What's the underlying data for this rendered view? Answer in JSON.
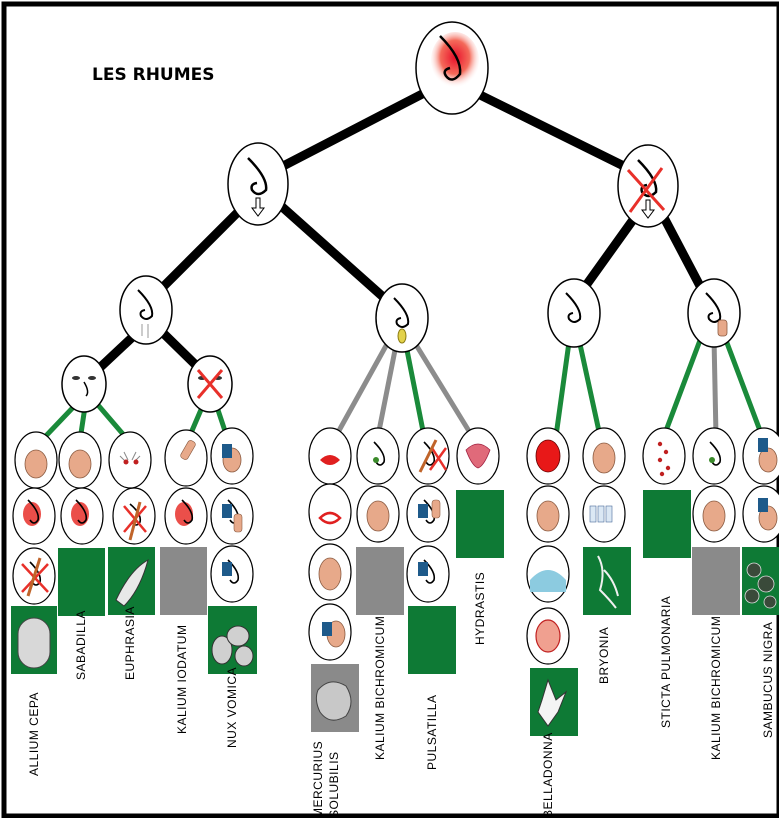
{
  "title": "LES RHUMES",
  "remedies": {
    "allium_cepa": "ALLIUM CEPA",
    "sabadilla": "SABADILLA",
    "euphrasia": "EUPHRASIA",
    "kalium_iodatum": "KALIUM IODATUM",
    "nux_vomica": "NUX VOMICA",
    "mercurius_1": "MERCURIUS",
    "mercurius_2": "SOLUBILIS",
    "kalium_bichromicum_1": "KALIUM BICHROMICUM",
    "pulsatilla": "PULSATILLA",
    "hydrastis": "HYDRASTIS",
    "belladonna": "BELLADONNA",
    "bryonia": "BRYONIA",
    "sticta_pulmonaria": "STICTA PULMONARIA",
    "kalium_bichromicum_2": "KALIUM BICHROMICUM",
    "sambucus_nigra": "SAMBUCUS NIGRA"
  },
  "colors": {
    "trunk": "#000000",
    "green": "#1a8a3a",
    "gray": "#8c8c8c",
    "box_green": "#0e7a35",
    "box_gray": "#8a8a8a",
    "red_glow": "#e8302a",
    "skin": "#e7a98a"
  }
}
